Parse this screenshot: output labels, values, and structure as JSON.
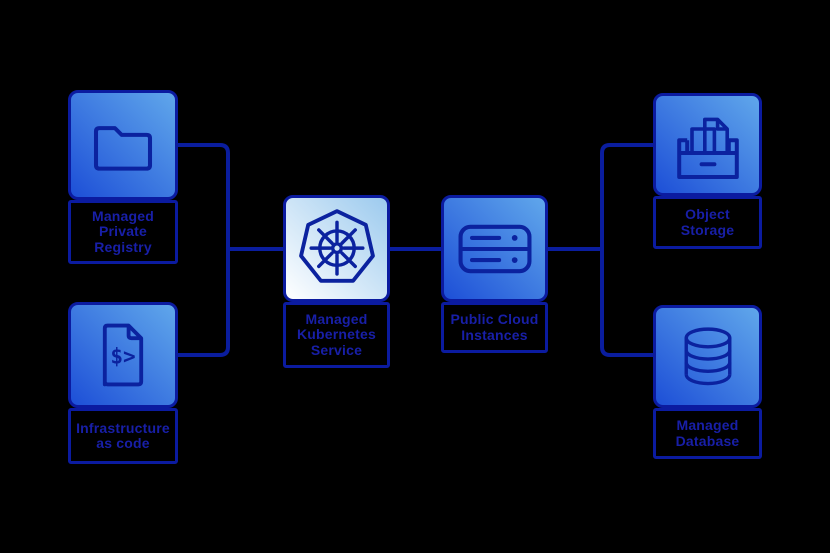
{
  "diagram": {
    "nodes": {
      "registry": {
        "lines": [
          "Managed",
          "Private",
          "Registry"
        ],
        "icon": "folder-icon"
      },
      "iac": {
        "lines": [
          "Infrastructure",
          "as code"
        ],
        "icon": "code-file-icon",
        "icon_text": "$>"
      },
      "kubernetes": {
        "lines": [
          "Managed",
          "Kubernetes",
          "Service"
        ],
        "icon": "kubernetes-helm-icon"
      },
      "cloud_instances": {
        "lines": [
          "Public Cloud",
          "Instances"
        ],
        "icon": "server-icon"
      },
      "object_storage": {
        "lines": [
          "Object",
          "Storage"
        ],
        "icon": "archive-documents-icon"
      },
      "database": {
        "lines": [
          "Managed",
          "Database"
        ],
        "icon": "database-cylinder-icon"
      }
    }
  },
  "colors": {
    "background": "#000000",
    "line": "#0a1d9e",
    "border": "#0b1ba0",
    "label_text": "#181fa8",
    "icon_stroke": "#0b229f",
    "box_gradient_start": "#1d4fd7",
    "box_gradient_end": "#60a7eb",
    "k8s_gradient_start": "#ffffff",
    "k8s_gradient_end": "#9ccaee",
    "label_bg": "#000000"
  }
}
